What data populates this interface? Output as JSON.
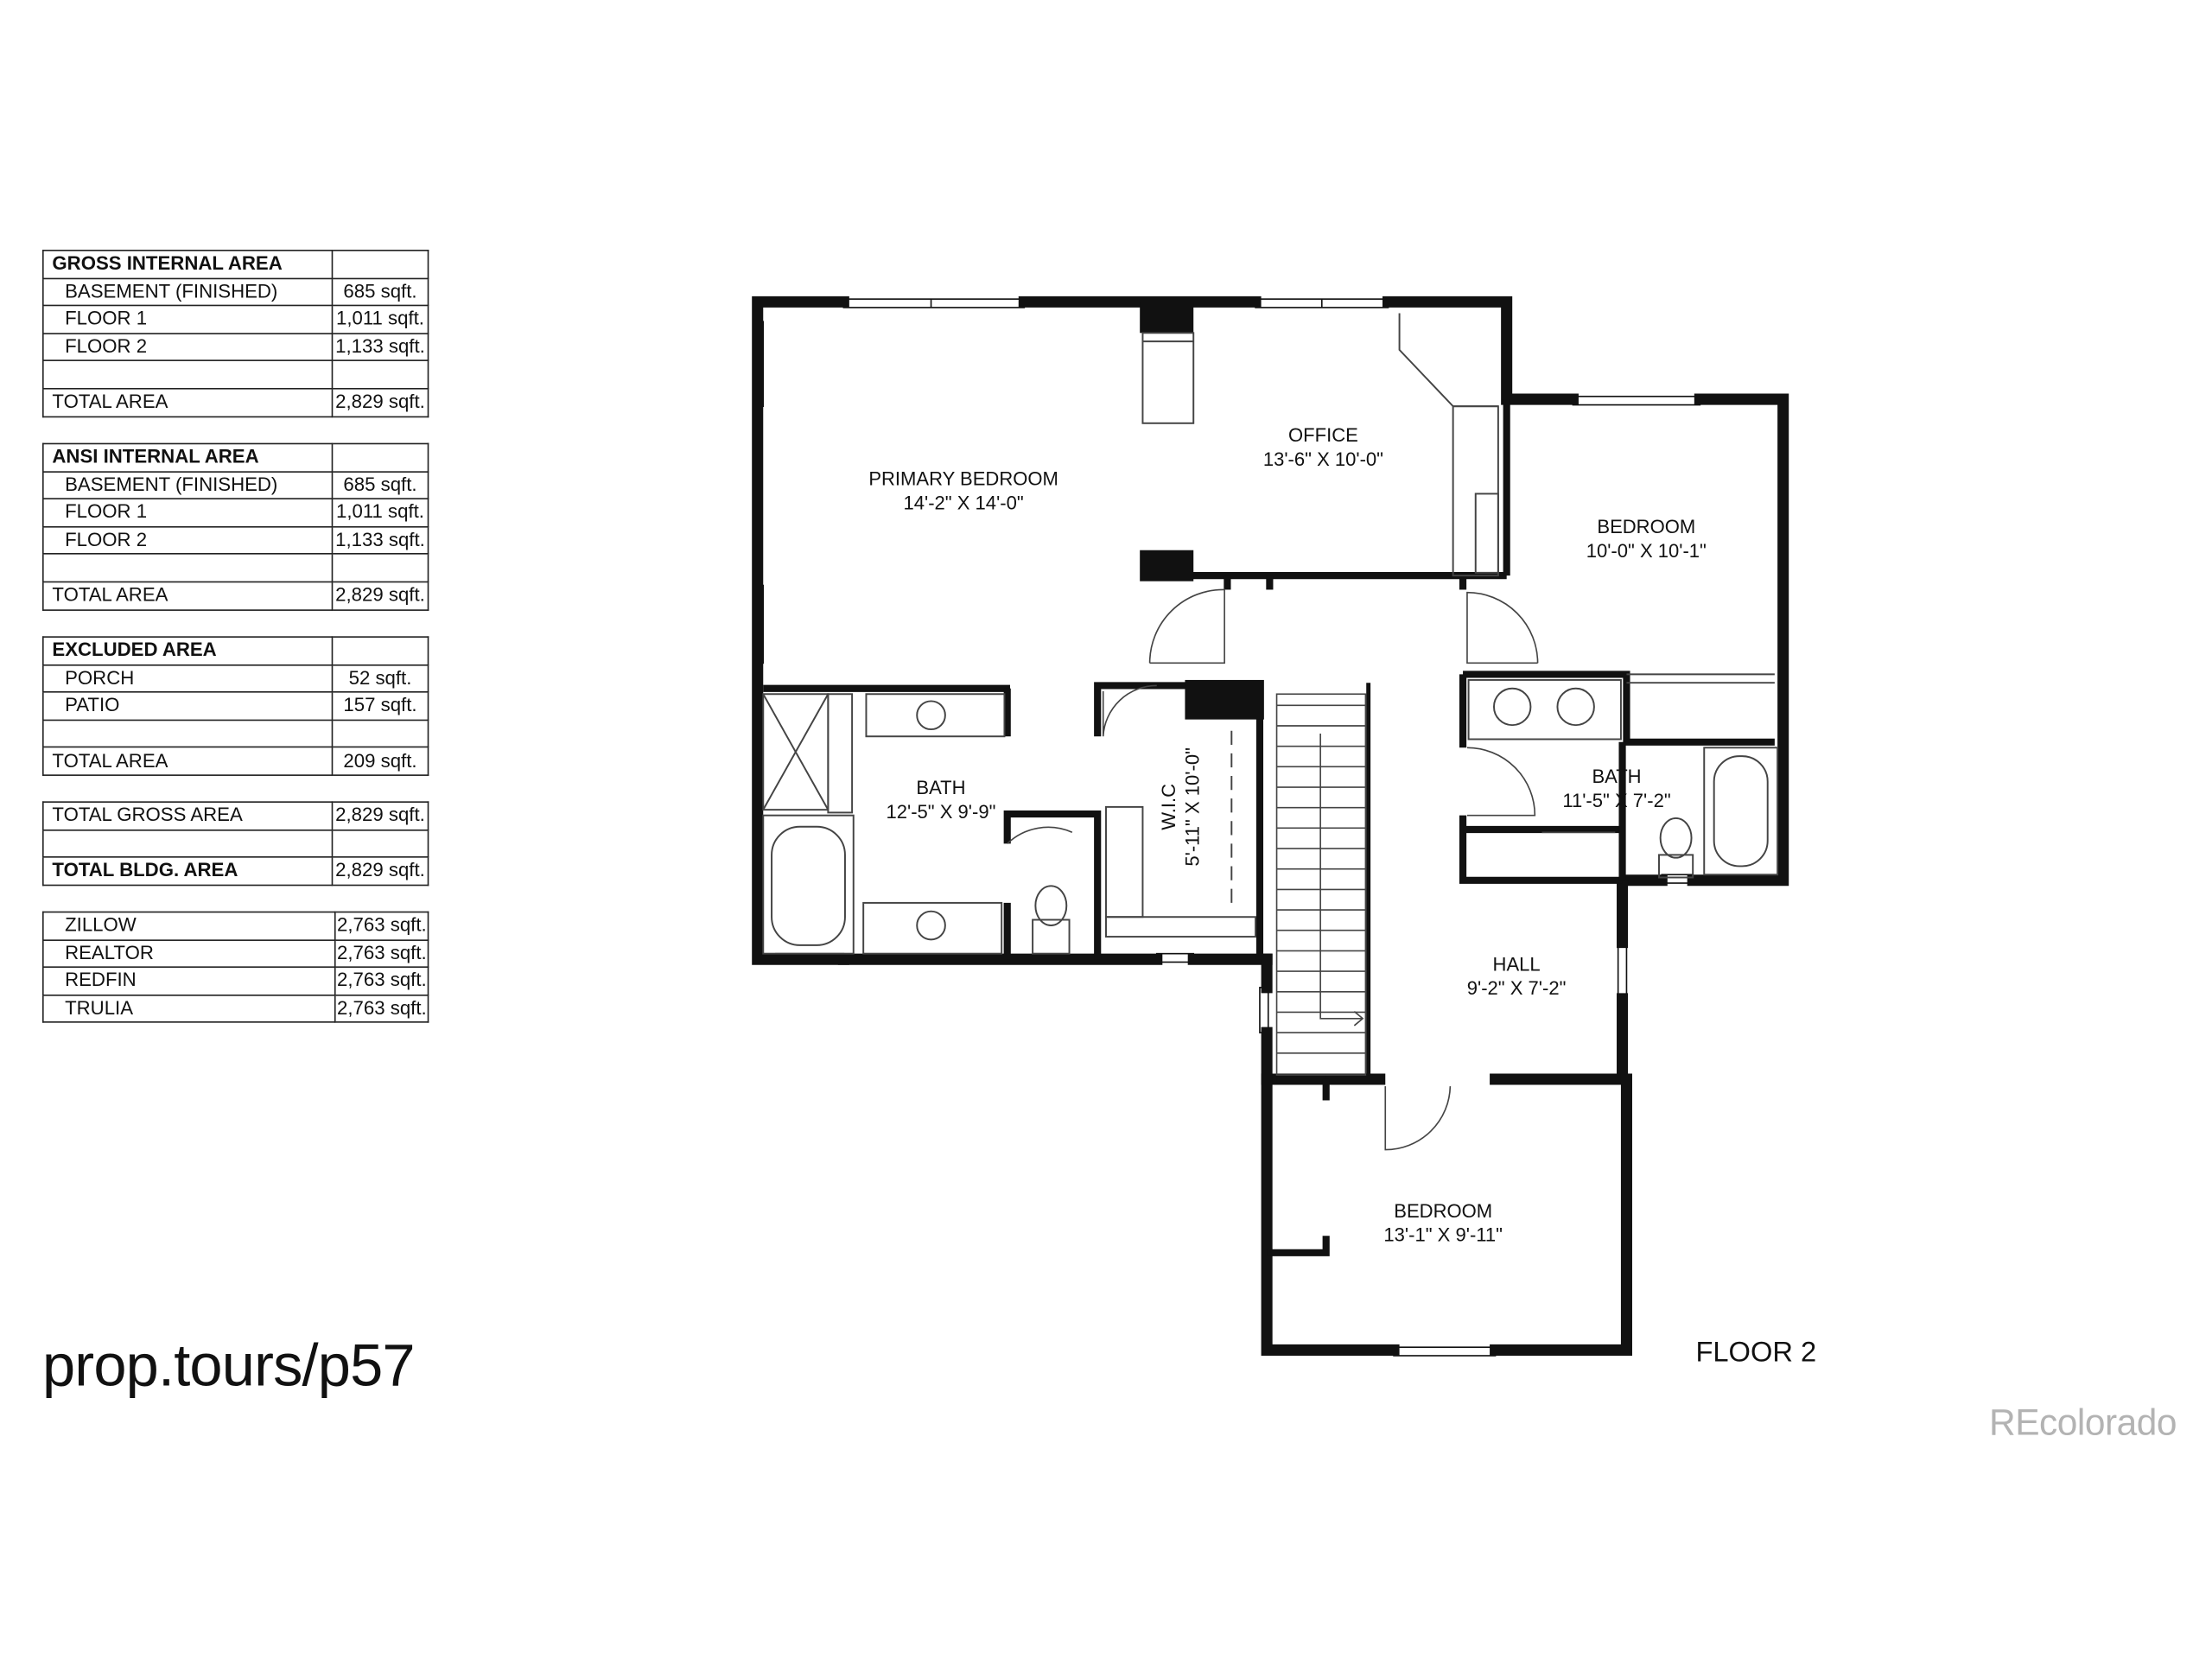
{
  "tables": [
    {
      "rows": [
        {
          "label": "GROSS INTERNAL AREA",
          "value": "",
          "style": "hdr"
        },
        {
          "label": "BASEMENT (FINISHED)",
          "value": "685 sqft.",
          "style": "indent"
        },
        {
          "label": "FLOOR 1",
          "value": "1,011 sqft.",
          "style": "indent"
        },
        {
          "label": "FLOOR 2",
          "value": "1,133 sqft.",
          "style": "indent"
        },
        {
          "label": "",
          "value": "",
          "style": ""
        },
        {
          "label": "TOTAL AREA",
          "value": "2,829 sqft.",
          "style": ""
        }
      ]
    },
    {
      "rows": [
        {
          "label": "ANSI INTERNAL AREA",
          "value": "",
          "style": "hdr"
        },
        {
          "label": "BASEMENT (FINISHED)",
          "value": "685 sqft.",
          "style": "indent"
        },
        {
          "label": "FLOOR 1",
          "value": "1,011 sqft.",
          "style": "indent"
        },
        {
          "label": "FLOOR 2",
          "value": "1,133 sqft.",
          "style": "indent"
        },
        {
          "label": "",
          "value": "",
          "style": ""
        },
        {
          "label": "TOTAL AREA",
          "value": "2,829 sqft.",
          "style": ""
        }
      ]
    },
    {
      "rows": [
        {
          "label": "EXCLUDED AREA",
          "value": "",
          "style": "hdr"
        },
        {
          "label": "PORCH",
          "value": "52 sqft.",
          "style": "indent"
        },
        {
          "label": "PATIO",
          "value": "157 sqft.",
          "style": "indent"
        },
        {
          "label": "",
          "value": "",
          "style": ""
        },
        {
          "label": "TOTAL AREA",
          "value": "209 sqft.",
          "style": ""
        }
      ]
    },
    {
      "rows": [
        {
          "label": "TOTAL GROSS AREA",
          "value": "2,829 sqft.",
          "style": ""
        },
        {
          "label": "",
          "value": "",
          "style": ""
        },
        {
          "label": "TOTAL BLDG. AREA",
          "value": "2,829 sqft.",
          "style": "bold"
        }
      ]
    },
    {
      "rows": [
        {
          "label": "ZILLOW",
          "value": "2,763 sqft.",
          "style": "indent"
        },
        {
          "label": "REALTOR",
          "value": "2,763 sqft.",
          "style": "indent"
        },
        {
          "label": "REDFIN",
          "value": "2,763 sqft.",
          "style": "indent"
        },
        {
          "label": "TRULIA",
          "value": "2,763 sqft.",
          "style": "indent"
        }
      ]
    }
  ],
  "plan": {
    "rooms": {
      "primary_bedroom": {
        "name": "PRIMARY BEDROOM",
        "dims": "14'-2\" X 14'-0\""
      },
      "office": {
        "name": "OFFICE",
        "dims": "13'-6\" X 10'-0\""
      },
      "bedroom_east": {
        "name": "BEDROOM",
        "dims": "10'-0\" X 10'-1\""
      },
      "bath_primary": {
        "name": "BATH",
        "dims": "12'-5\" X 9'-9\""
      },
      "wic": {
        "name": "W.I.C",
        "dims": "5'-11\" X 10'-0\""
      },
      "bath_hall": {
        "name": "BATH",
        "dims": "11'-5\" X 7'-2\""
      },
      "hall": {
        "name": "HALL",
        "dims": "9'-2\" X 7'-2\""
      },
      "bedroom_south": {
        "name": "BEDROOM",
        "dims": "13'-1\" X 9'-11\""
      }
    },
    "floor_label": "FLOOR 2"
  },
  "url_text": "prop.tours/p57",
  "watermark": "REcolorado",
  "colors": {
    "wall": "#111111",
    "watermark": "#b3b3b3",
    "fixture": "#444444"
  }
}
